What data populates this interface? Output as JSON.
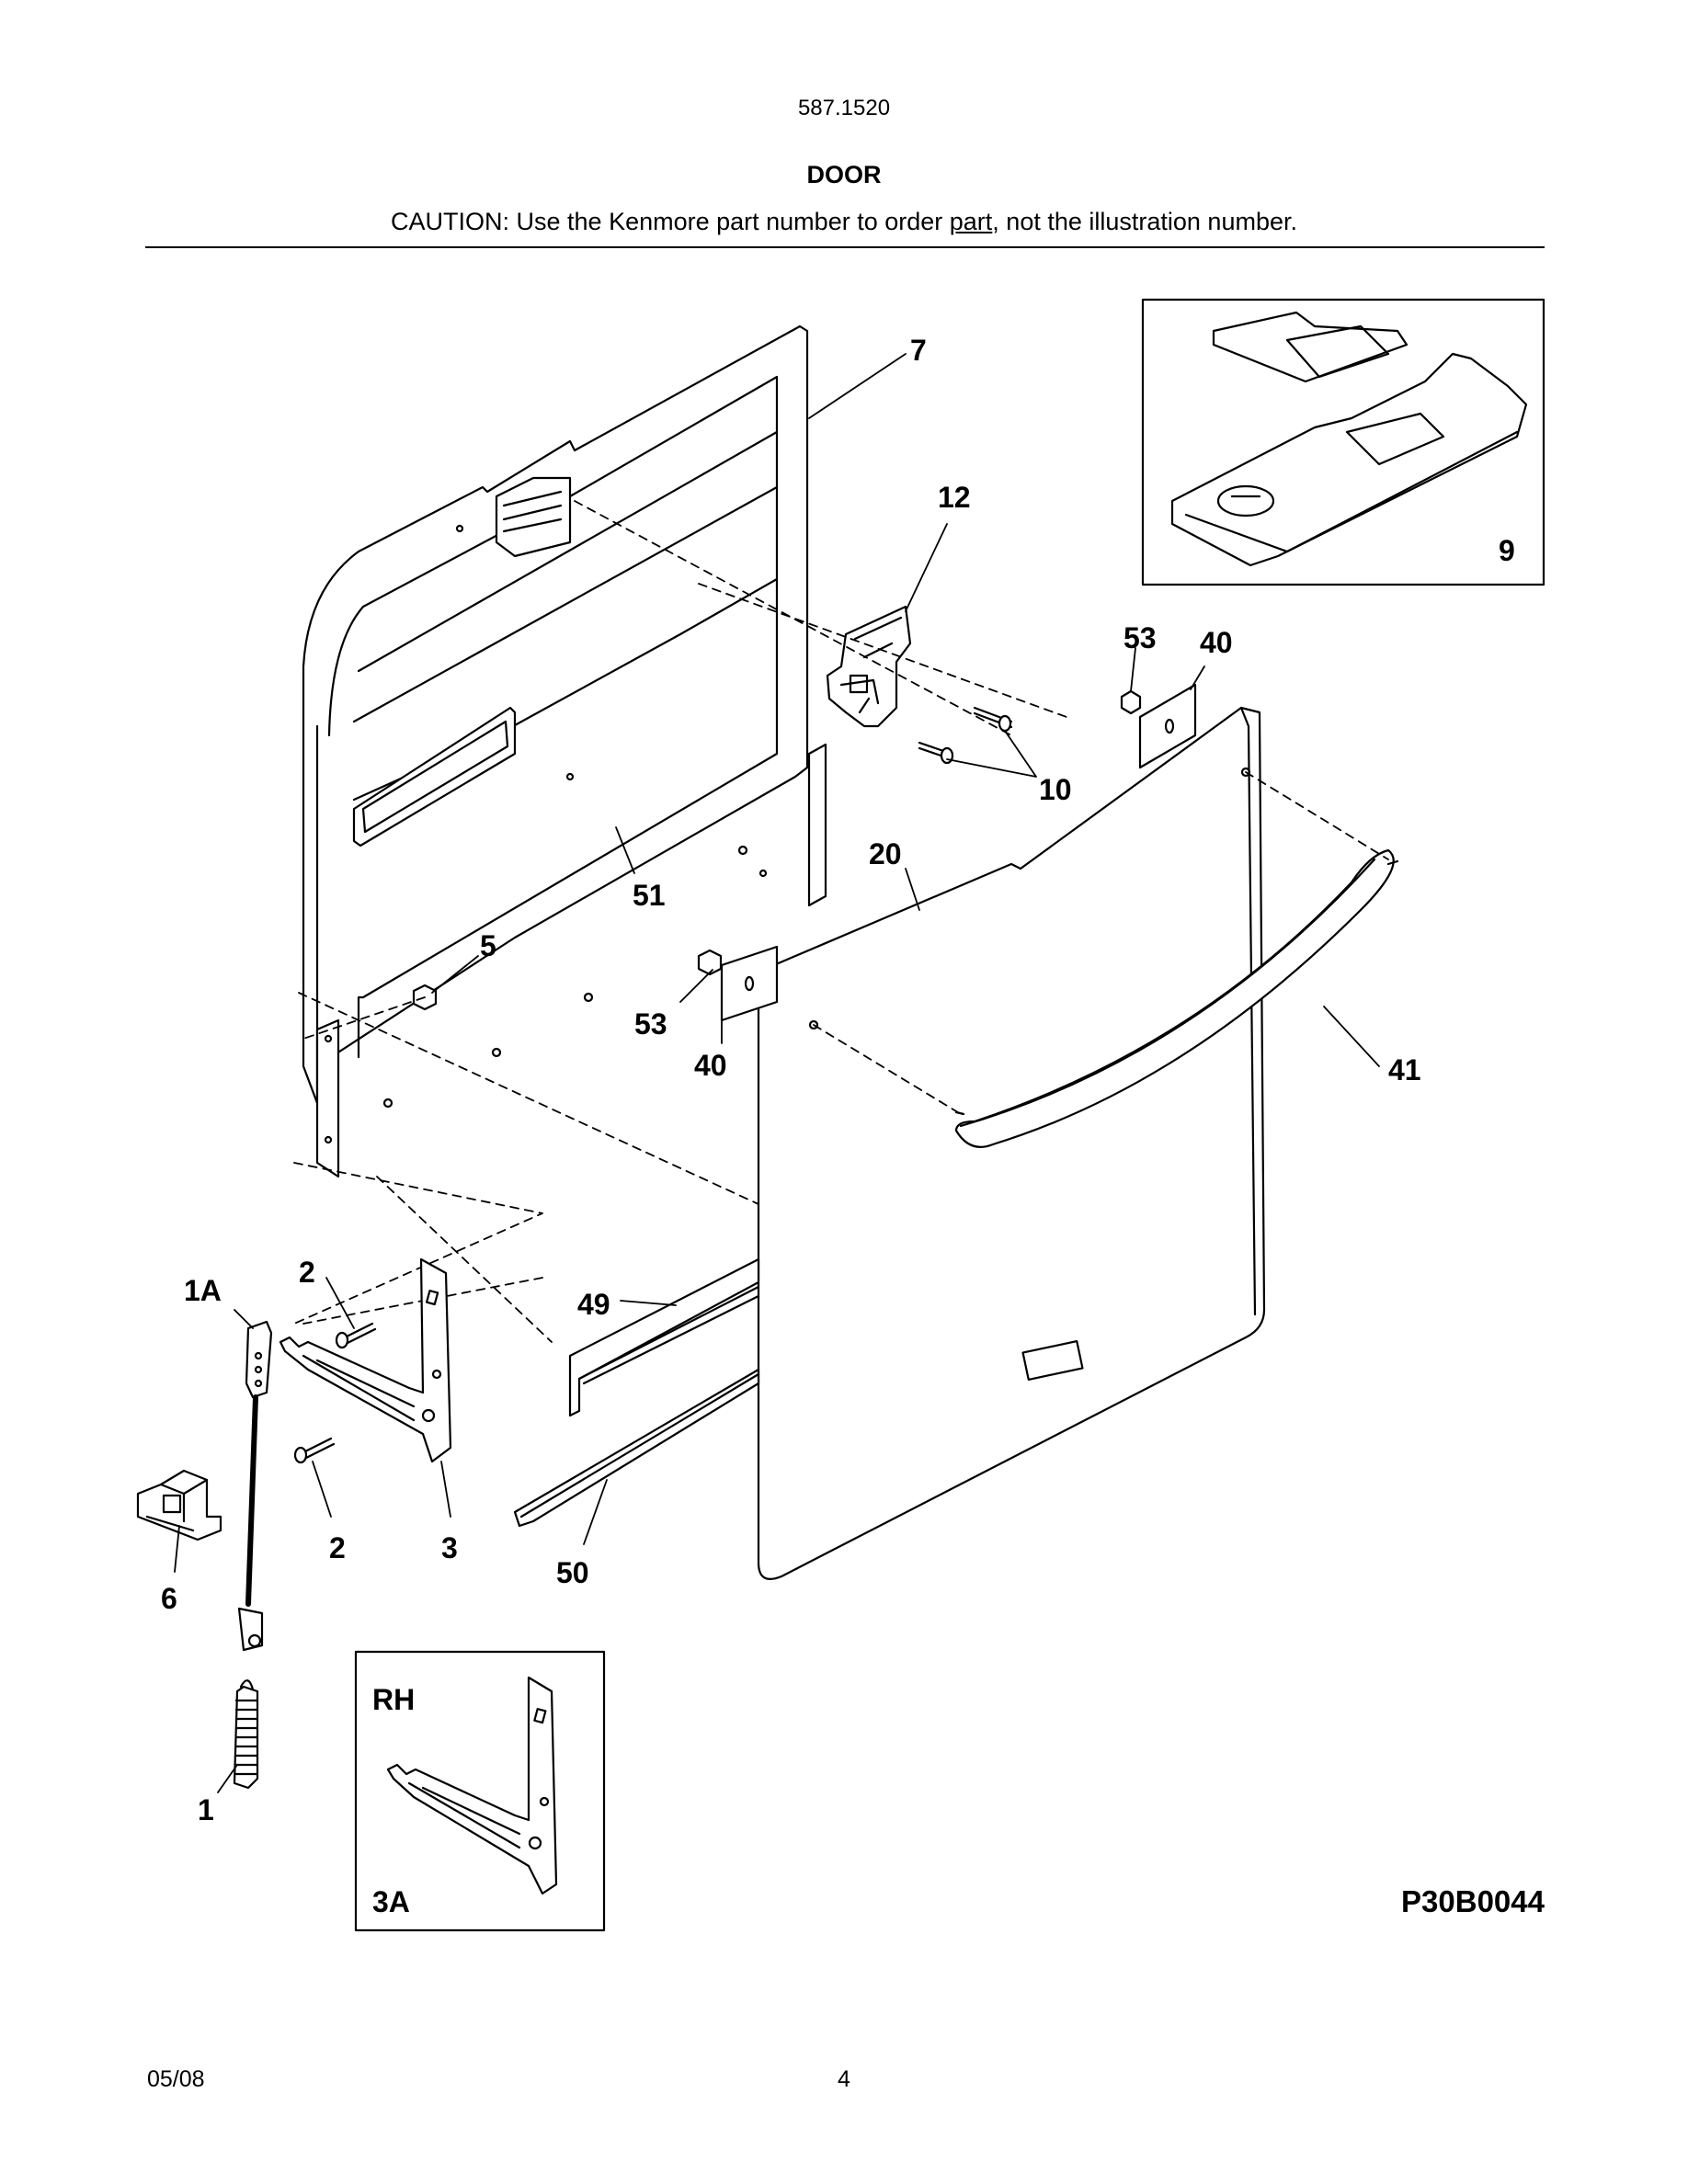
{
  "header": {
    "model": "587.1520",
    "title": "DOOR",
    "caution_before": "CAUTION: Use the Kenmore part number to order ",
    "caution_underlined": "part",
    "caution_after": ", not the illustration number."
  },
  "callouts": {
    "c7": "7",
    "c12": "12",
    "c9": "9",
    "c53a": "53",
    "c40a": "40",
    "c10": "10",
    "c20": "20",
    "c51": "51",
    "c5": "5",
    "c53b": "53",
    "c40b": "40",
    "c41": "41",
    "c1A": "1A",
    "c2a": "2",
    "c49": "49",
    "c2b": "2",
    "c3": "3",
    "c50": "50",
    "c6": "6",
    "c1": "1",
    "rh": "RH",
    "c3A": "3A"
  },
  "diagram_code": "P30B0044",
  "footer": {
    "date": "05/08",
    "page": "4"
  }
}
